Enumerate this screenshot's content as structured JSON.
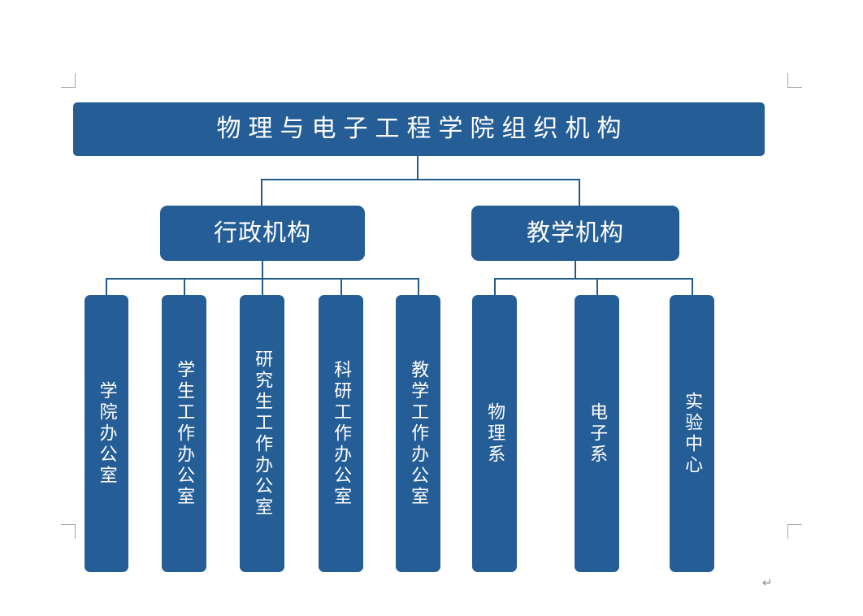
{
  "document": {
    "title": "物理与电子工程学院组织机构",
    "paragraph_mark": "↵",
    "colors": {
      "node_fill": "#255E96",
      "connector": "#215C89",
      "node_text": "#FFFFFF",
      "crop_mark": "#A6A6A6",
      "page_background": "#FFFFFF"
    }
  },
  "chart": {
    "root": {
      "label": "物理与电子工程学院组织机构"
    },
    "branches": [
      {
        "id": "admin",
        "label": "行政机构",
        "children": [
          {
            "label": "学院办公室"
          },
          {
            "label": "学生工作办公室"
          },
          {
            "label": "研究生工作办公室"
          },
          {
            "label": "科研工作办公室"
          },
          {
            "label": "教学工作办公室"
          }
        ]
      },
      {
        "id": "teaching",
        "label": "教学机构",
        "children": [
          {
            "label": "物理系"
          },
          {
            "label": "电子系"
          },
          {
            "label": "实验中心"
          }
        ]
      }
    ]
  }
}
